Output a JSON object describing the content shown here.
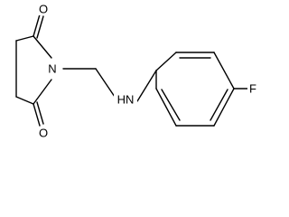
{
  "atoms": [
    {
      "id": "O1",
      "label": "O"
    },
    {
      "id": "N1",
      "label": "N"
    },
    {
      "id": "O2",
      "label": "O"
    },
    {
      "id": "NH",
      "label": "HN"
    },
    {
      "id": "F1",
      "label": "F"
    }
  ],
  "colors": {
    "bond": "#000000",
    "label": "#000000",
    "background": "#ffffff"
  }
}
